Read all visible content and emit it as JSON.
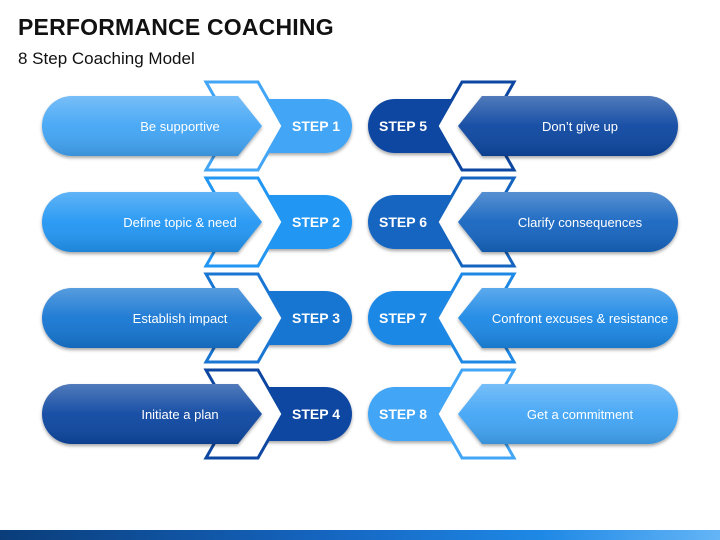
{
  "title": "PERFORMANCE COACHING",
  "subtitle": "8 Step Coaching Model",
  "steps": [
    {
      "label": "STEP 1",
      "text": "Be supportive",
      "color": "#42a5f5"
    },
    {
      "label": "STEP 2",
      "text": "Define topic & need",
      "color": "#2196f3"
    },
    {
      "label": "STEP 3",
      "text": "Establish impact",
      "color": "#1976d2"
    },
    {
      "label": "STEP 4",
      "text": "Initiate a plan",
      "color": "#0d47a1"
    },
    {
      "label": "STEP 5",
      "text": "Don’t give up",
      "color": "#0d47a1"
    },
    {
      "label": "STEP 6",
      "text": "Clarify consequences",
      "color": "#1565c0"
    },
    {
      "label": "STEP 7",
      "text": "Confront excuses & resistance",
      "color": "#1e88e5"
    },
    {
      "label": "STEP 8",
      "text": "Get a commitment",
      "color": "#42a5f5"
    }
  ]
}
